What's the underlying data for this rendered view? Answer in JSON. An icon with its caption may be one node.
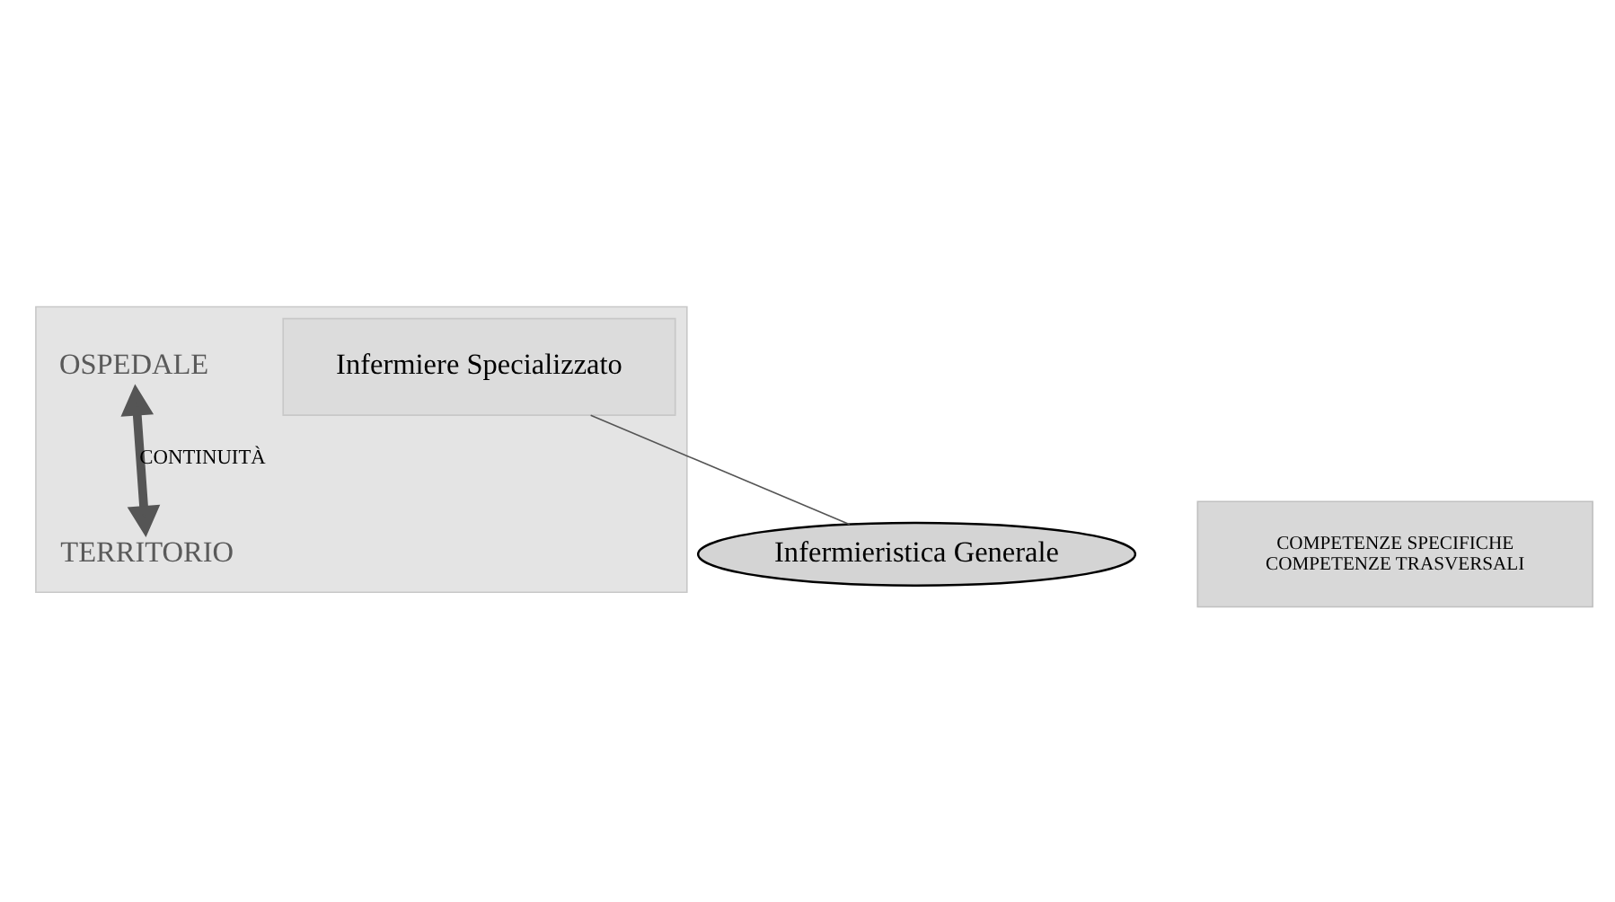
{
  "diagram": {
    "nodes": [
      {
        "text": [],
        "shape": "box"
      },
      {
        "text": [
          "OSPEDALE"
        ],
        "in": 0
      },
      {
        "text": [
          "Infermieristica Generale"
        ]
      },
      {
        "text": [
          "Infermiere Specializzato"
        ],
        "in": 0
      },
      {
        "text": [
          "TERRITORIO"
        ],
        "in": 0
      },
      {
        "text": [
          "COMPETENZE SPECIFICHE",
          "COMPETENZE TRASVERSALI"
        ]
      }
    ],
    "edges": [
      {
        "from": 2,
        "to": 3,
        "arrow": "none"
      },
      {
        "from": 1,
        "to": 4,
        "arrow": "both",
        "label": "CONTINUITÀ",
        "style": "thick"
      }
    ]
  }
}
